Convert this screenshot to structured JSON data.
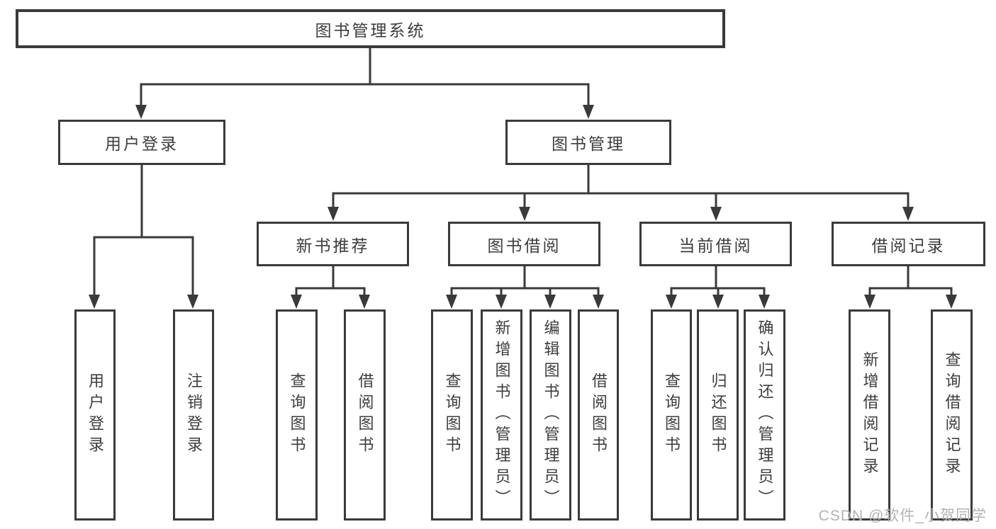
{
  "diagram": {
    "root": {
      "label": "图书管理系统"
    },
    "branches": [
      {
        "label": "用户登录",
        "children": [
          {
            "label": "用户登录"
          },
          {
            "label": "注销登录"
          }
        ]
      },
      {
        "label": "图书管理",
        "children": [
          {
            "label": "新书推荐",
            "children": [
              {
                "label": "查询图书"
              },
              {
                "label": "借阅图书"
              }
            ]
          },
          {
            "label": "图书借阅",
            "children": [
              {
                "label": "查询图书"
              },
              {
                "label": "新增图书（管理员）"
              },
              {
                "label": "编辑图书（管理员）"
              },
              {
                "label": "借阅图书"
              }
            ]
          },
          {
            "label": "当前借阅",
            "children": [
              {
                "label": "查询图书"
              },
              {
                "label": "归还图书"
              },
              {
                "label": "确认归还（管理员）"
              }
            ]
          },
          {
            "label": "借阅记录",
            "children": [
              {
                "label": "新增借阅记录"
              },
              {
                "label": "查询借阅记录"
              }
            ]
          }
        ]
      }
    ]
  },
  "watermark": {
    "text": "CSDN @软件_小贺同学"
  },
  "colors": {
    "line": "#3a3a3a",
    "text": "#3d3d3d",
    "box_background": "#ffffff",
    "page_background": "#ffffff",
    "watermark": "#b3b3b3"
  }
}
